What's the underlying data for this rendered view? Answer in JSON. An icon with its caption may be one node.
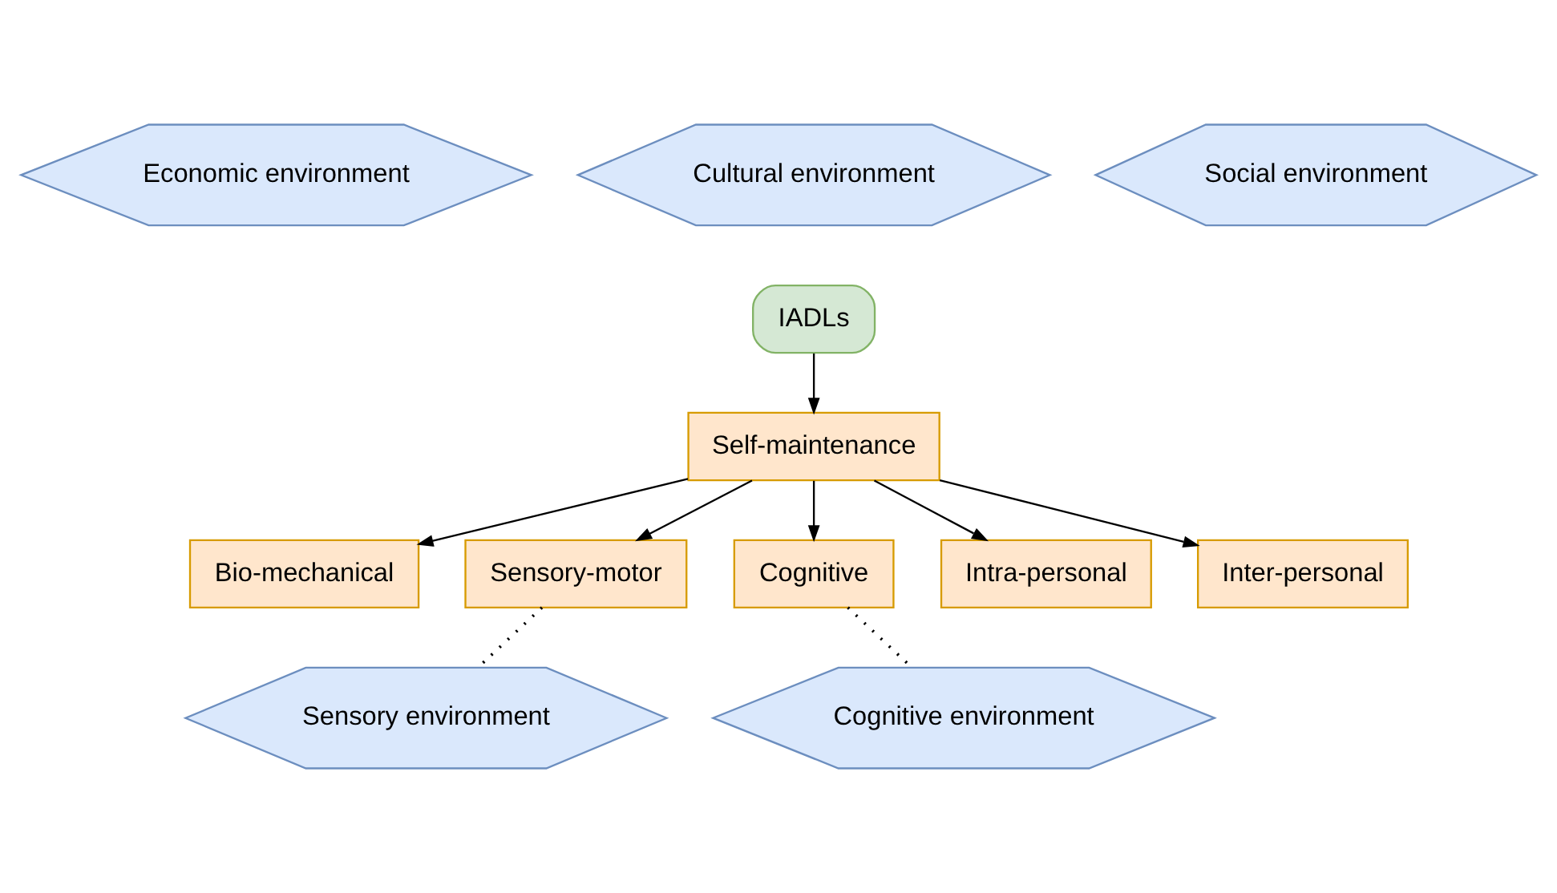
{
  "diagram": {
    "nodes": [
      {
        "text": [
          "Economic environment"
        ]
      },
      {
        "text": [
          "Cultural environment"
        ]
      },
      {
        "text": [
          "Social environment"
        ]
      },
      {
        "text": [
          "IADLs"
        ]
      },
      {
        "text": [
          "Self-maintenance"
        ]
      },
      {
        "text": [
          "Bio-mechanical"
        ]
      },
      {
        "text": [
          "Sensory-motor"
        ]
      },
      {
        "text": [
          "Cognitive"
        ]
      },
      {
        "text": [
          "Intra-personal"
        ]
      },
      {
        "text": [
          "Inter-personal"
        ]
      },
      {
        "text": [
          "Sensory environment"
        ]
      },
      {
        "text": [
          "Cognitive environment"
        ]
      }
    ],
    "edges": [
      {
        "from": 3,
        "to": 4,
        "arrow": "to"
      },
      {
        "from": 4,
        "to": 5,
        "arrow": "to"
      },
      {
        "from": 4,
        "to": 6,
        "arrow": "to"
      },
      {
        "from": 4,
        "to": 7,
        "arrow": "to"
      },
      {
        "from": 4,
        "to": 8,
        "arrow": "to"
      },
      {
        "from": 4,
        "to": 9,
        "arrow": "to"
      },
      {
        "from": 6,
        "to": 10,
        "arrow": "none",
        "style": "dashed"
      },
      {
        "from": 7,
        "to": 11,
        "arrow": "none",
        "style": "dashed"
      }
    ]
  }
}
